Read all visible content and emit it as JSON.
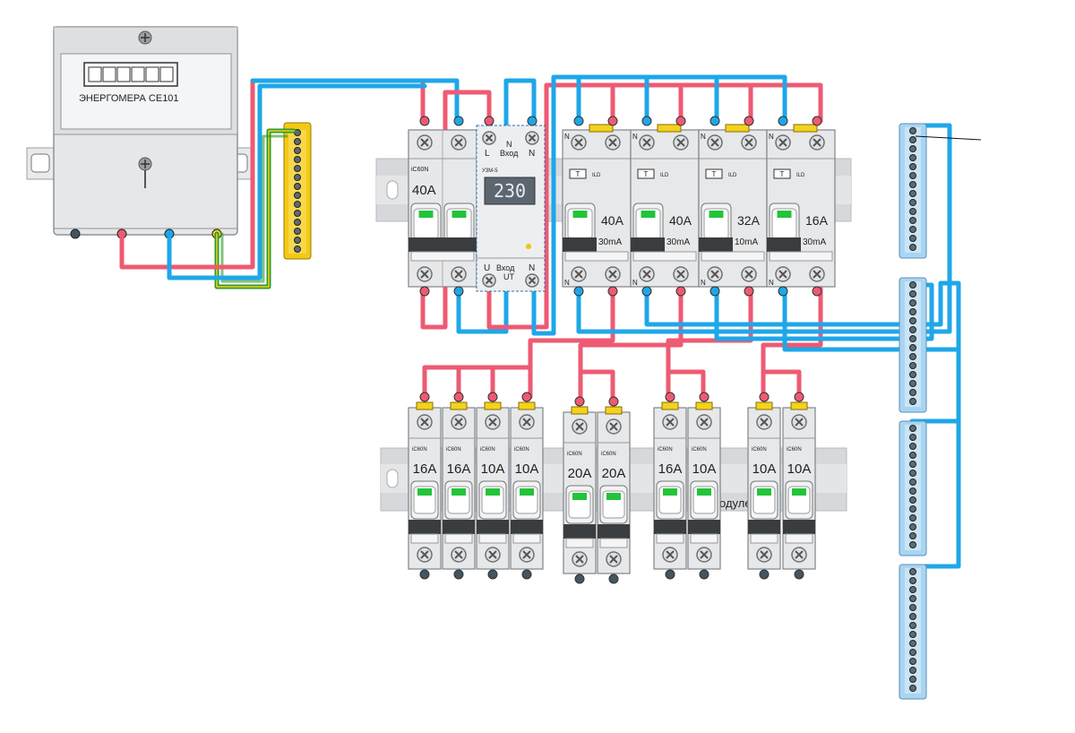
{
  "colors": {
    "phase": "#ee5a73",
    "neutral": "#1ea7e8",
    "earth_yellow": "#f3d21f",
    "earth_green": "#2f9a2a",
    "module": "#e7e8ea",
    "rail": "#d6d8db",
    "lever_green": "#22c43a",
    "display": "#5c6670",
    "bus_blue": "#a9d5f2",
    "bus_yellow": "#f3c914"
  },
  "meter": {
    "label": "ЭНЕРГОМЕРА CE101"
  },
  "top_row": {
    "input_breaker": {
      "brand": "iC60N",
      "rating": "40A"
    },
    "voltage_relay": {
      "top_l": "L",
      "top_n1": "N",
      "top_vhod": "Вход",
      "top_n2": "N",
      "model": "УЗМ-5",
      "display": "230",
      "bot_u": "U",
      "bot_vhod": "Вход",
      "bot_out": "UT",
      "bot_n": "N"
    },
    "rcds": [
      {
        "rating": "40A",
        "sens": "30mA",
        "t": "T",
        "ild": "ILD",
        "n": "N"
      },
      {
        "rating": "40A",
        "sens": "30mA",
        "t": "T",
        "ild": "ILD",
        "n": "N"
      },
      {
        "rating": "32A",
        "sens": "10mA",
        "t": "T",
        "ild": "ILD",
        "n": "N"
      },
      {
        "rating": "16A",
        "sens": "30mA",
        "t": "T",
        "ild": "ILD",
        "n": "N"
      }
    ]
  },
  "bottom_row": {
    "breakers": [
      {
        "brand": "iC60N",
        "rating": "16A"
      },
      {
        "brand": "iC60N",
        "rating": "16A"
      },
      {
        "brand": "iC60N",
        "rating": "10A"
      },
      {
        "brand": "iC60N",
        "rating": "10A"
      },
      {
        "brand": "iC60N",
        "rating": "20A"
      },
      {
        "brand": "iC60N",
        "rating": "20A"
      },
      {
        "brand": "iC60N",
        "rating": "16A"
      },
      {
        "brand": "iC60N",
        "rating": "10A"
      },
      {
        "brand": "iC60N",
        "rating": "10A"
      },
      {
        "brand": "iC60N",
        "rating": "10A"
      }
    ],
    "rail_text": "одуле"
  }
}
